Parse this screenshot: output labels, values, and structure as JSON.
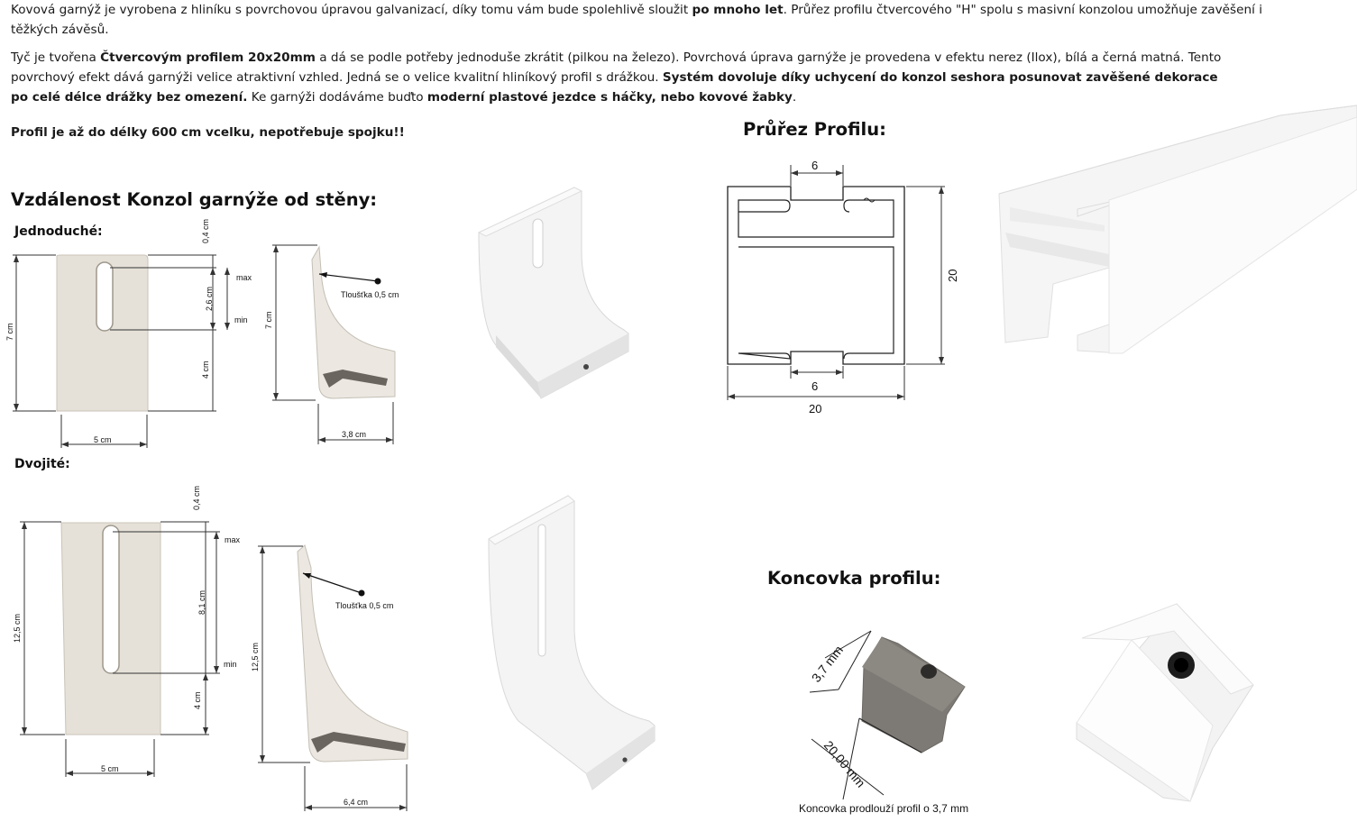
{
  "intro": {
    "p1_a": "Kovová garnýž je vyrobena z hliníku s povrchovou úpravou galvanizací, díky tomu vám bude spolehlivě sloužit ",
    "p1_b": "po mnoho let",
    "p1_c": ". Průřez profilu čtvercového \"H\" spolu s masivní konzolou umožňuje zavěšení i těžkých závěsů.",
    "p2_a": " Tyč je tvořena ",
    "p2_b": "Čtvercovým profilem 20x20mm",
    "p2_c": " a dá se podle potřeby jednoduše zkrátit (pilkou na železo). Povrchová úprava garnýže je provedena v efektu nerez (Ilox), bílá a černá matná. Tento povrchový efekt dává garnýži velice atraktivní vzhled. Jedná se o velice kvalitní hliníkový profil s drážkou. ",
    "p2_d": "Systém dovoluje díky uchycení do konzol seshora posunovat zavěšené dekorace po celé délce drážky bez omezení.",
    "p2_e": " Ke garnýži dodáváme buďto ",
    "p2_f": "moderní plastové jezdce s háčky, nebo kovové žabky",
    "p2_g": ".",
    "p3": "Profil je až do délky 600 cm vcelku, nepotřebuje spojku!!"
  },
  "headings": {
    "distance": "Vzdálenost Konzol garnýže od stěny:",
    "single": "Jednoduché:",
    "double": "Dvojité:",
    "cross_section": "Průřez Profilu:",
    "end_cap": "Koncovka profilu:"
  },
  "single_bracket": {
    "top": "0,4 cm",
    "max": "max",
    "slot": "2,6 cm",
    "min": "min",
    "bottom": "4 cm",
    "height": "7 cm",
    "width": "5 cm",
    "thickness": "Tloušťka 0,5 cm",
    "side_height": "7 cm",
    "depth": "3,8 cm"
  },
  "double_bracket": {
    "top": "0,4 cm",
    "max": "max",
    "slot": "8,1 cm",
    "min": "min",
    "bottom": "4 cm",
    "height": "12,5 cm",
    "width": "5 cm",
    "thickness": "Tloušťka 0,5 cm",
    "side_height": "12,5 cm",
    "depth": "6,4 cm"
  },
  "profile": {
    "top_gap": "6",
    "bottom_gap": "6",
    "width": "20",
    "height": "20"
  },
  "end_cap": {
    "dim_a": "3,7 mm",
    "dim_b": "20,00 mm",
    "caption": "Koncovka prodlouží profil o 3,7 mm"
  }
}
